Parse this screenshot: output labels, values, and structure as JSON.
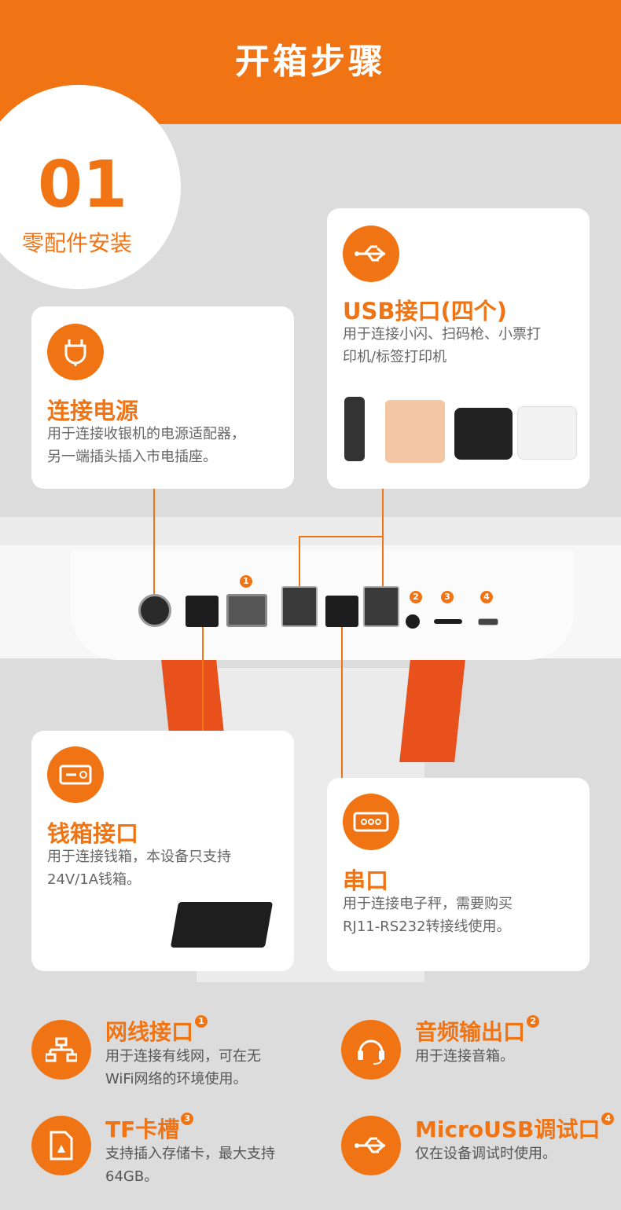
{
  "header": {
    "title": "开箱步骤"
  },
  "step": {
    "number": "01",
    "label": "零配件安装"
  },
  "cards": {
    "power": {
      "title": "连接电源",
      "desc1": "用于连接收银机的电源适配器，",
      "desc2": "另一端插头插入市电插座。",
      "icon": "power-plug-icon"
    },
    "usb": {
      "title": "USB接口(四个)",
      "desc1": "用于连接小闪、扫码枪、小票打",
      "desc2": "印机/标签打印机",
      "icon": "usb-icon"
    },
    "cashbox": {
      "title": "钱箱接口",
      "desc1": "用于连接钱箱，本设备只支持",
      "desc2": "24V/1A钱箱。",
      "icon": "cash-drawer-icon"
    },
    "serial": {
      "title": "串口",
      "desc1": "用于连接电子秤，需要购买",
      "desc2": "RJ11-RS232转接线使用。",
      "icon": "serial-port-icon"
    }
  },
  "ports": {
    "badge1": "1",
    "badge2": "2",
    "badge3": "3",
    "badge4": "4"
  },
  "features": [
    {
      "title": "网线接口",
      "badge": "1",
      "desc1": "用于连接有线网，可在无",
      "desc2": "WiFi网络的环境使用。",
      "icon": "network-icon"
    },
    {
      "title": "音频输出口",
      "badge": "2",
      "desc1": "用于连接音箱。",
      "desc2": "",
      "icon": "headset-icon"
    },
    {
      "title": "TF卡槽",
      "badge": "3",
      "desc1": "支持插入存储卡，最大支持",
      "desc2": "64GB。",
      "icon": "sd-card-icon"
    },
    {
      "title": "MicroUSB调试口",
      "badge": "4",
      "desc1": "仅在设备调试时使用。",
      "desc2": "",
      "icon": "usb-icon"
    }
  ],
  "colors": {
    "accent": "#f07414",
    "background": "#dcdcdc",
    "card": "#ffffff"
  }
}
